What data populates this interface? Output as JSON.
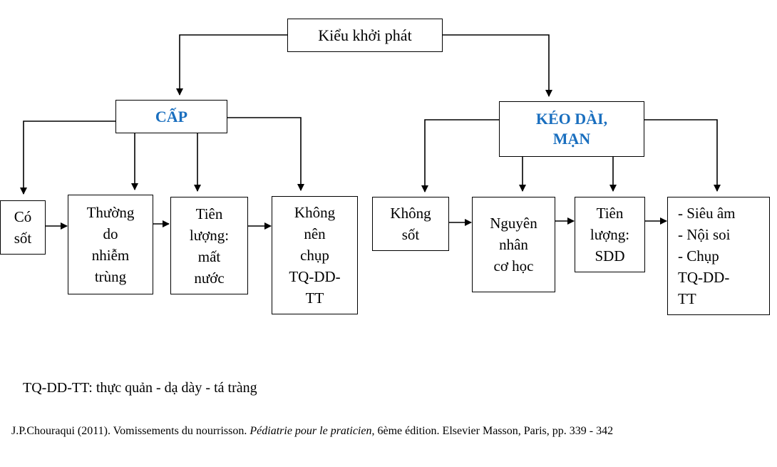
{
  "diagram": {
    "root": "Kiểu khởi phát",
    "acute": {
      "title": "CẤP",
      "items": [
        "Có\nsốt",
        "Thường\ndo\nnhiễm\ntrùng",
        "Tiên\nlượng:\nmất\nnước",
        "Không\nnên\nchụp\nTQ-DD-\nTT"
      ]
    },
    "chronic": {
      "title": "KÉO DÀI,\nMẠN",
      "items": [
        "Không\nsốt",
        "Nguyên\nnhân\ncơ học",
        "Tiên\nlượng:\nSDD",
        "- Siêu âm\n- Nội soi\n- Chụp\nTQ-DD-\nTT"
      ]
    },
    "colors": {
      "title": "#1a6fbf",
      "line": "#000000"
    }
  },
  "footnote": "TQ-DD-TT: thực quản - dạ dày - tá tràng",
  "reference": {
    "author": "J.P.Chouraqui (2011). Vomissements du nourrisson. ",
    "book": "Pédiatrie pour le praticien",
    "rest": ", 6ème édition. Elsevier Masson, Paris, pp. 339 - 342"
  }
}
